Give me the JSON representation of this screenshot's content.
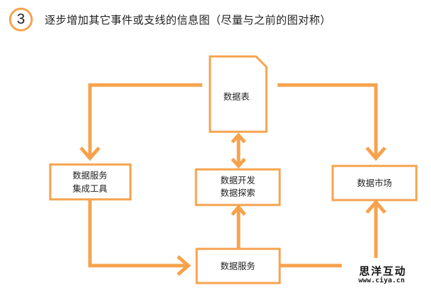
{
  "header": {
    "step_number": "3",
    "title": "逐步增加其它事件或支线的信息图（尽量与之前的图对称）"
  },
  "diagram": {
    "nodes": {
      "data_table": "数据表",
      "integration_tool_line1": "数据服务",
      "integration_tool_line2": "集成工具",
      "dev_explore_line1": "数据开发",
      "dev_explore_line2": "数据探索",
      "data_market": "数据市场",
      "data_service": "数据服务"
    }
  },
  "watermark": {
    "name": "思洋互动",
    "url": "www.ciya.cn"
  },
  "colors": {
    "accent": "#f6a24c",
    "node_border": "#f6a24c",
    "text": "#222222",
    "background": "#ffffff"
  }
}
